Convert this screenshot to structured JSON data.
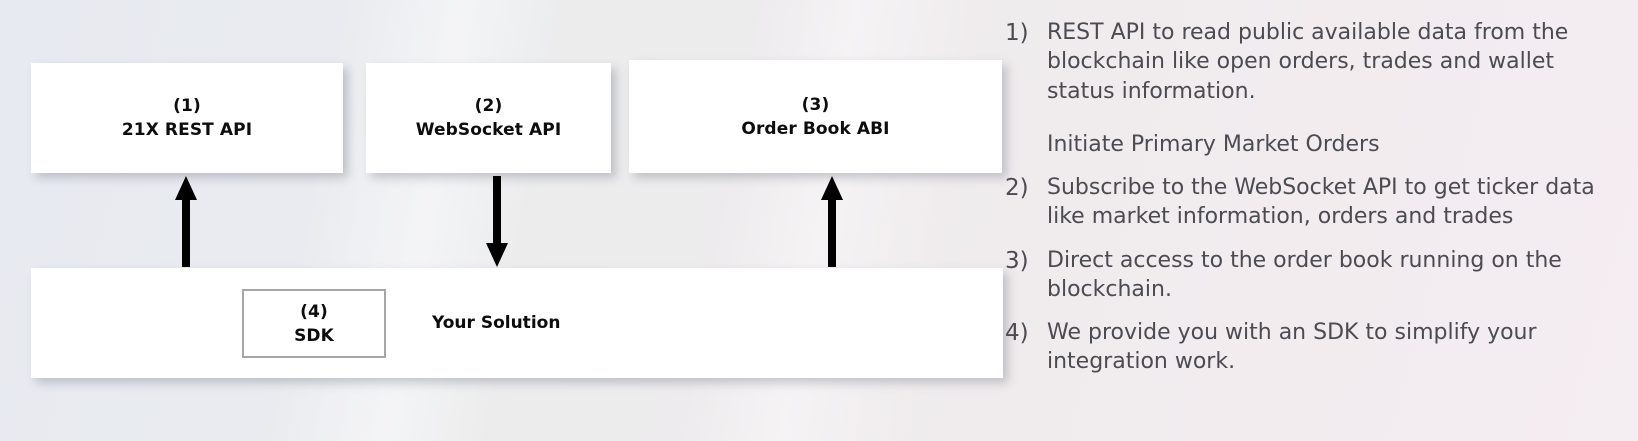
{
  "diagram": {
    "cards": [
      {
        "number": "(1)",
        "title": "21X REST API",
        "name": "card-rest-api"
      },
      {
        "number": "(2)",
        "title": "WebSocket API",
        "name": "card-websocket-api"
      },
      {
        "number": "(3)",
        "title": "Order Book ABI",
        "name": "card-order-book-abi"
      }
    ],
    "solution": {
      "label": "Your Solution",
      "sdk": {
        "number": "(4)",
        "title": "SDK"
      }
    },
    "arrows": [
      {
        "name": "arrow-solution-to-rest-api",
        "direction": "up"
      },
      {
        "name": "arrow-websocket-to-solution",
        "direction": "down"
      },
      {
        "name": "arrow-solution-to-order-book",
        "direction": "up"
      }
    ]
  },
  "notes": [
    {
      "marker": "1)",
      "text": "REST API to read public available data from the blockchain like open orders, trades and wallet status information.",
      "extra": "Initiate Primary Market Orders"
    },
    {
      "marker": "2)",
      "text": "Subscribe to the WebSocket API to get ticker data like market information, orders and trades"
    },
    {
      "marker": "3)",
      "text": "Direct access to the order book running on the blockchain."
    },
    {
      "marker": "4)",
      "text": "We provide you with an SDK to simplify your integration work."
    }
  ],
  "colors": {
    "card_background": "#ffffff",
    "text": "#0d0d0d",
    "note_text": "#4b4b52",
    "sdk_border": "#a6a6a6",
    "arrow": "#000000"
  }
}
